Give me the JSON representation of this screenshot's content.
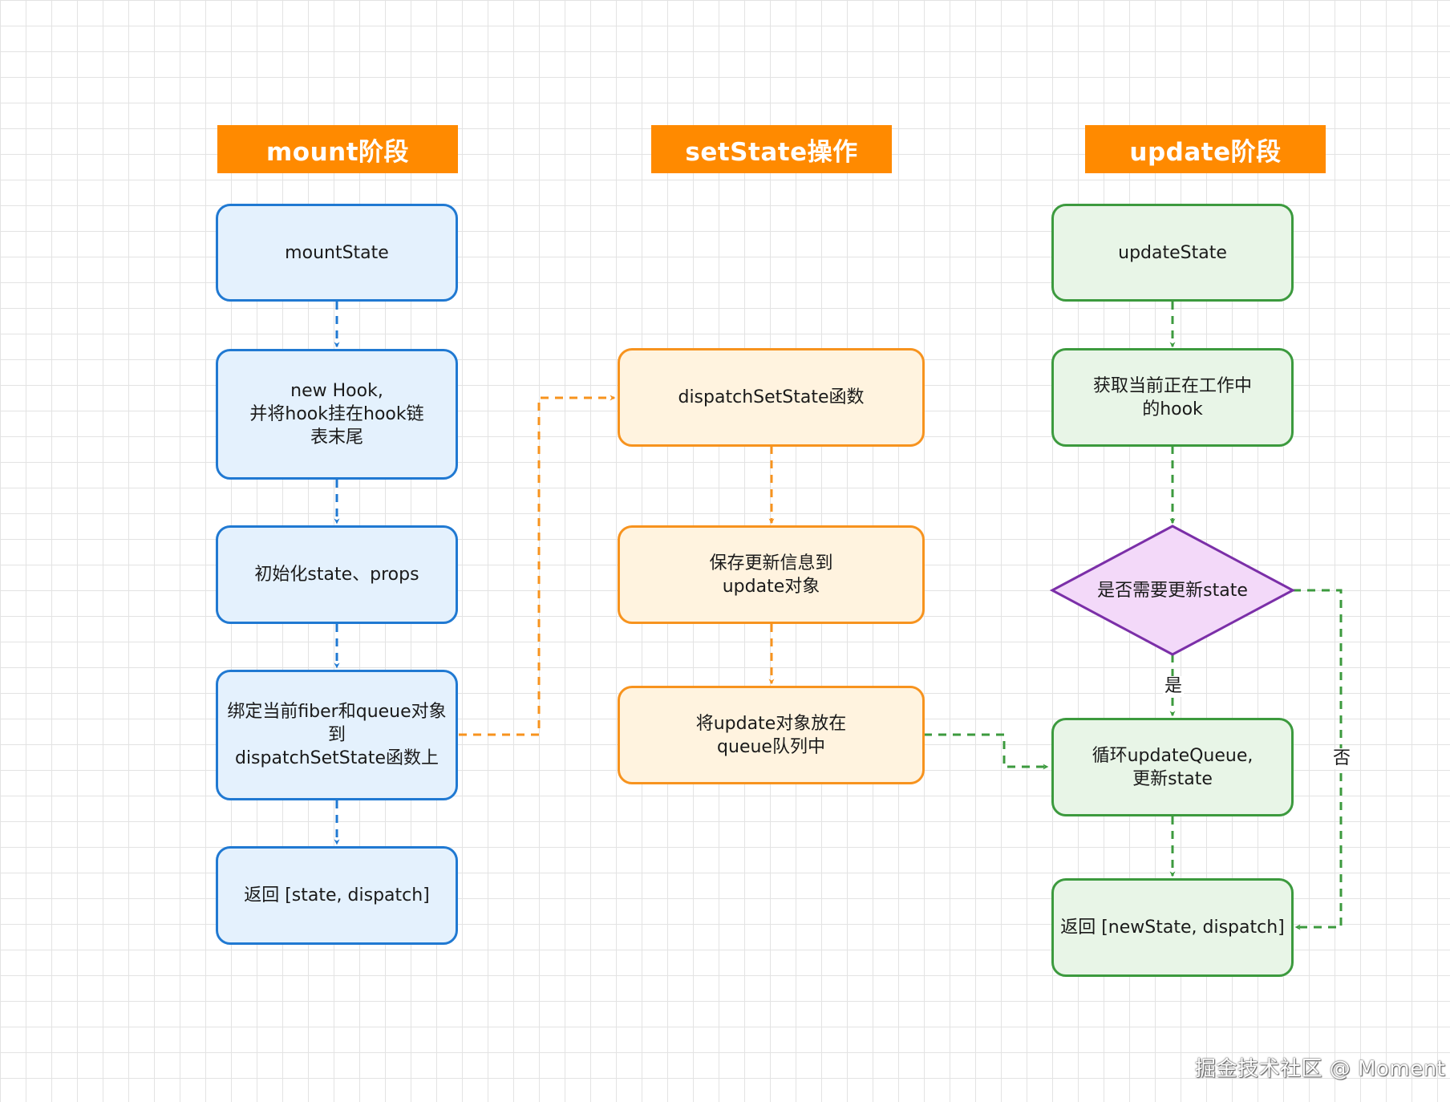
{
  "headers": {
    "mount": "mount阶段",
    "setstate": "setState操作",
    "update": "update阶段"
  },
  "mount": {
    "mount_state": "mountState",
    "new_hook": "new Hook,\n并将hook挂在hook链\n表末尾",
    "init_state": "初始化state、props",
    "bind_dispatch": "绑定当前fiber和queue对象\n到\ndispatchSetState函数上",
    "return_state": "返回 [state, dispatch]"
  },
  "setstate": {
    "dispatch_fn": "dispatchSetState函数",
    "save_update": "保存更新信息到\nupdate对象",
    "enqueue": "将update对象放在\nqueue队列中"
  },
  "update": {
    "update_state": "updateState",
    "get_hook": "获取当前正在工作中\n的hook",
    "need_update": "是否需要更新state",
    "loop_queue": "循环updateQueue,\n更新state",
    "return_new": "返回 [newState, dispatch]"
  },
  "edge_labels": {
    "yes": "是",
    "no": "否"
  },
  "watermark": "掘金技术社区 @ Moment",
  "colors": {
    "header": "#ff8a00",
    "blue_stroke": "#2079d2",
    "blue_fill": "#e4f1fd",
    "orange_stroke": "#f7931e",
    "orange_fill": "#fff3df",
    "green_stroke": "#3c9a3e",
    "green_fill": "#e8f5e7",
    "purple_stroke": "#7b2fa8",
    "purple_fill": "#f3d9f9"
  }
}
